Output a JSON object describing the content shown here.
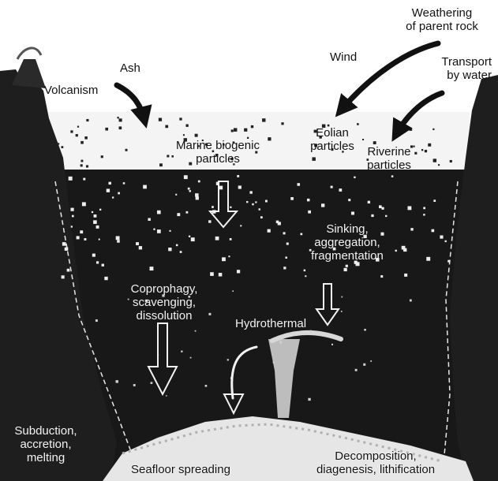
{
  "labels": {
    "weathering": "Weathering\nof parent rock",
    "wind": "Wind",
    "transport": "Transport\nby water",
    "ash": "Ash",
    "volcanism": "Volcanism",
    "eolian": "Eolian\nparticles",
    "riverine": "Riverine\nparticles",
    "marine": "Marine biogenic\nparticles",
    "sinking": "Sinking,\naggregation,\nfragmentation",
    "coprophagy": "Coprophagy,\nscavenging,\ndissolution",
    "hydrothermal": "Hydrothermal",
    "subduction": "Subduction,\naccretion,\nmelting",
    "seafloor": "Seafloor spreading",
    "decomposition": "Decomposition,\ndiagenesis, lithification"
  },
  "colors": {
    "water": "#181818",
    "surface": "#f4f4f4",
    "rock": "#e6e6e6",
    "crust": "#b0b0b0",
    "arrow_dark": "#111111",
    "arrow_light": "#f2f2f2"
  }
}
